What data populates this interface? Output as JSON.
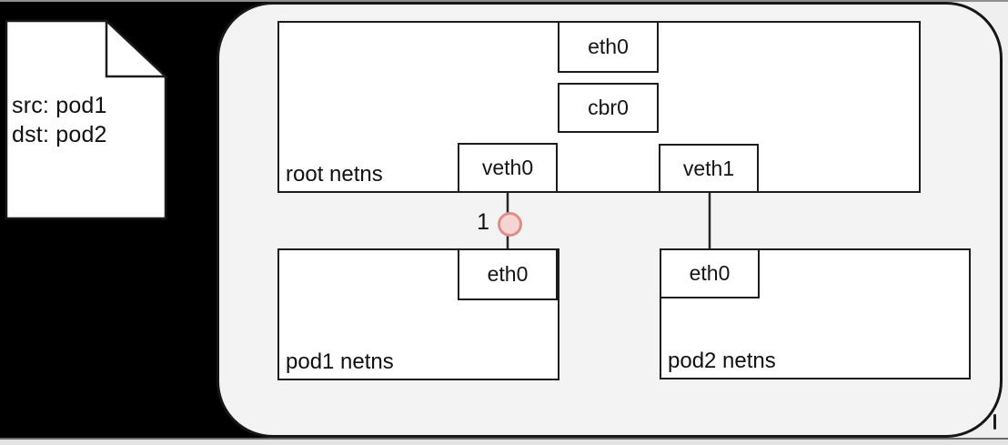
{
  "scene": {
    "background_color": "#000000",
    "panel_fill": "#f3f3f3",
    "box_fill": "#ffffff",
    "stroke_color": "#1c1c1c"
  },
  "packet": {
    "lines": [
      "src: pod1",
      "dst: pod2"
    ]
  },
  "root_netns": {
    "label": "root netns",
    "eth0": "eth0",
    "cbr0": "cbr0",
    "veth0": "veth0",
    "veth1": "veth1"
  },
  "pod1_netns": {
    "label": "pod1 netns",
    "eth0": "eth0"
  },
  "pod2_netns": {
    "label": "pod2 netns",
    "eth0": "eth0"
  },
  "marker": {
    "label": "1",
    "fill": "#f7d3d1",
    "stroke": "#dd8e8b"
  }
}
